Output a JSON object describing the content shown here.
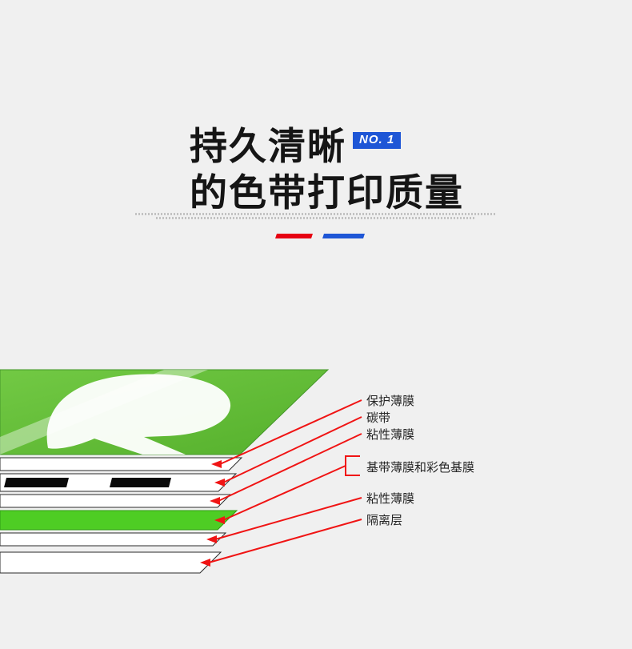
{
  "colors": {
    "bg": "#f0f0f0",
    "title": "#151515",
    "badge_blue": "#1e56d6",
    "accent_red": "#e60012",
    "arrow_red": "#f01414",
    "green_top": "#5fbc34",
    "green_base": "#4ecd24",
    "label": "#262626"
  },
  "header": {
    "title_line1": "持久清晰",
    "title_line2": "的色带打印质量",
    "badge": "NO. 1"
  },
  "diagram": {
    "labels": [
      {
        "text": "保护薄膜"
      },
      {
        "text": "碳带"
      },
      {
        "text": "粘性薄膜"
      },
      {
        "text": "基带薄膜和彩色基膜"
      },
      {
        "text": "粘性薄膜"
      },
      {
        "text": "隔离层"
      }
    ]
  }
}
